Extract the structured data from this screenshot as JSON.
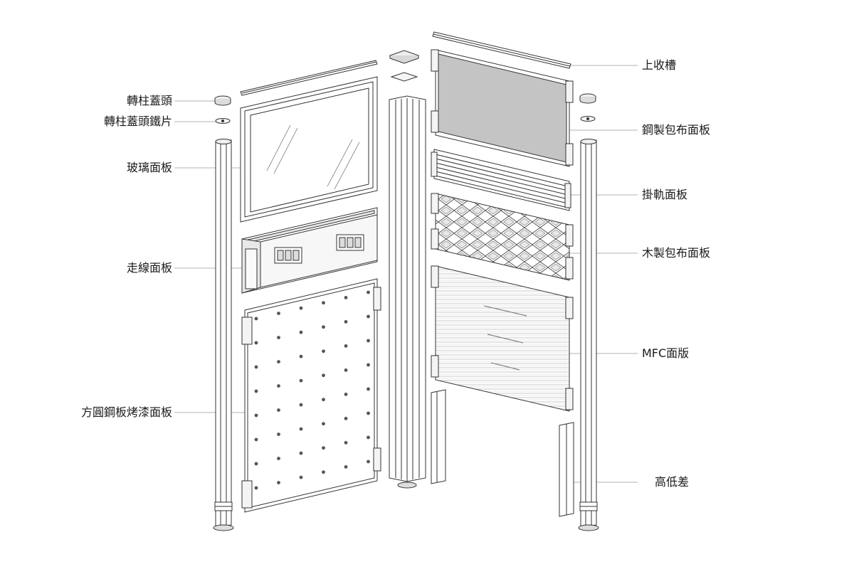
{
  "labels": {
    "rotating_post_cap": "轉柱蓋頭",
    "rotating_post_cap_iron": "轉柱蓋頭鐵片",
    "glass_panel": "玻璃面板",
    "wiring_panel": "走線面板",
    "perforated_steel_panel": "方圓鋼板烤漆面板",
    "top_channel": "上收槽",
    "steel_fabric_panel": "鋼製包布面板",
    "rail_panel": "掛軌面板",
    "wood_fabric_panel": "木製包布面板",
    "mfc_panel": "MFC面版",
    "height_difference": "高低差"
  },
  "colors": {
    "line": "#333333",
    "leader": "#9a9a9a",
    "fabric_gray": "#c4c4c4",
    "glass": "#ffffff",
    "text": "#1a1a1a"
  }
}
